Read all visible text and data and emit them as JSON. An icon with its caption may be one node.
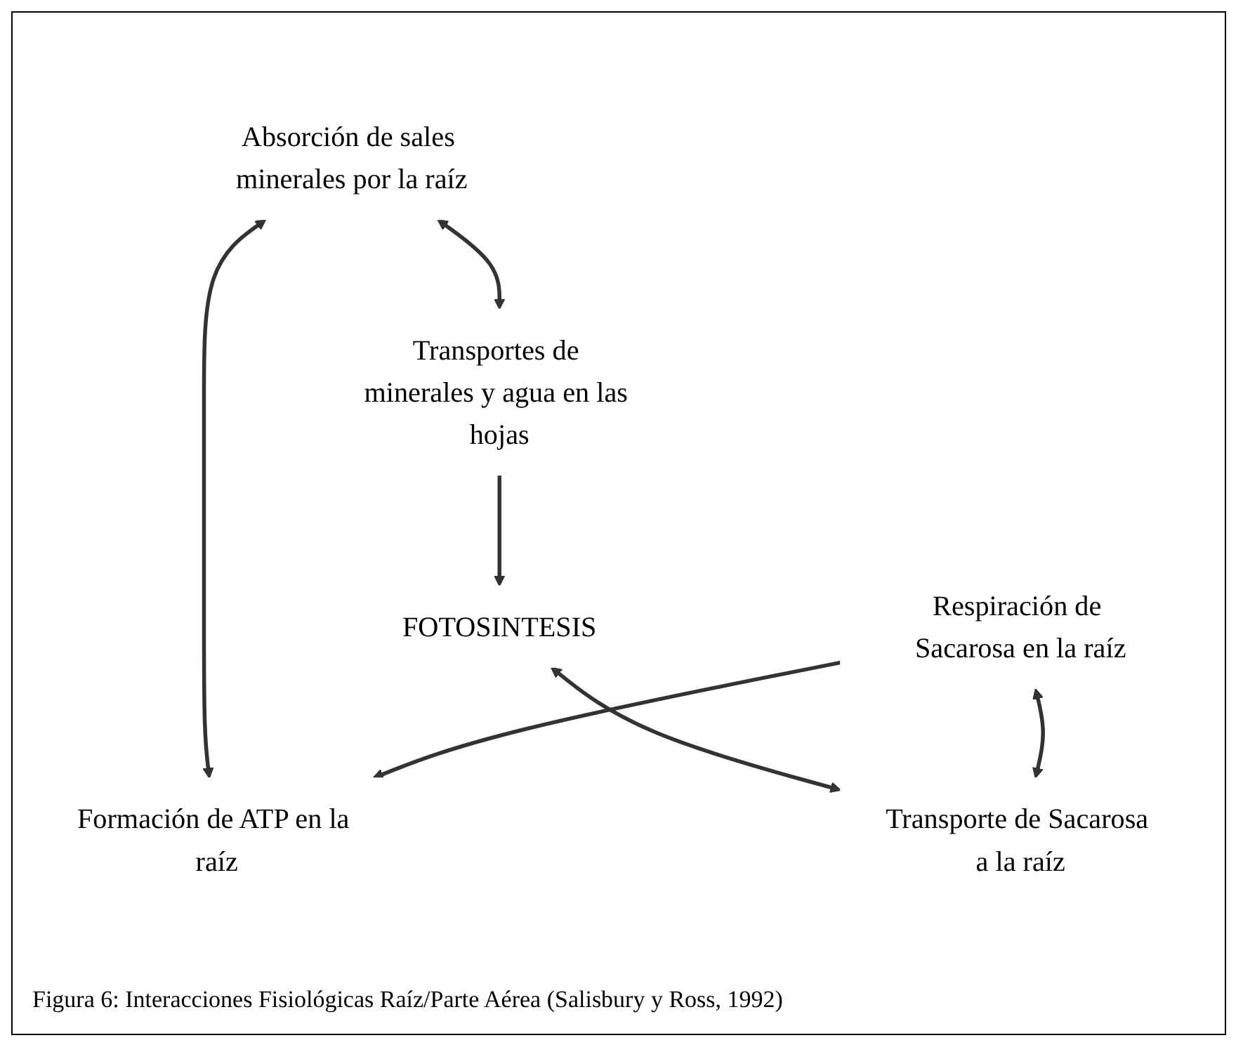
{
  "diagram": {
    "caption": "Figura 6: Interacciones Fisiológicas Raíz/Parte Aérea (Salisbury y Ross, 1992)",
    "nodes": [
      {
        "text": [
          "Absorción de sales minerales por la raíz"
        ]
      },
      {
        "text": [
          "Transportes de minerales y agua en las hojas"
        ]
      },
      {
        "text": [
          "FOTOSINTESIS"
        ]
      },
      {
        "text": [
          "Transporte de Sacarosa a la raíz"
        ]
      },
      {
        "text": [
          "Respiración de Sacarosa en la raíz"
        ]
      },
      {
        "text": [
          "Formación de ATP en la raíz"
        ]
      }
    ],
    "edges": [
      {
        "from": 0,
        "to": 5,
        "arrow": "both"
      },
      {
        "from": 0,
        "to": 1,
        "arrow": "both"
      },
      {
        "from": 1,
        "to": 2,
        "arrow": "to"
      },
      {
        "from": 2,
        "to": 3,
        "arrow": "both"
      },
      {
        "from": 4,
        "to": 3,
        "arrow": "both"
      },
      {
        "from": 4,
        "to": 5,
        "arrow": "to"
      }
    ]
  }
}
